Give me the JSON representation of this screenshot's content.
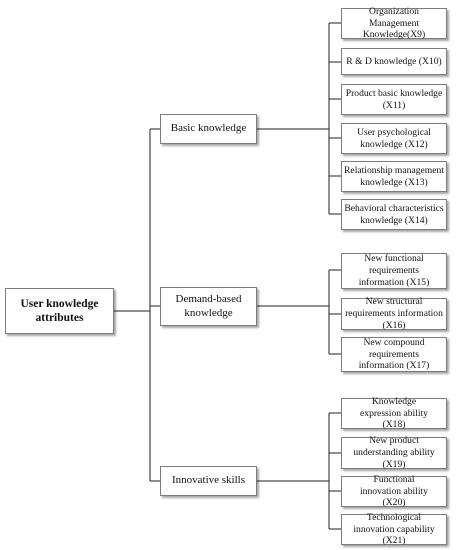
{
  "root": {
    "label": "User knowledge attributes"
  },
  "categories": [
    {
      "label": "Basic knowledge",
      "children": [
        "Organization Management Knowledge(X9)",
        "R & D knowledge (X10)",
        "Product basic knowledge (X11)",
        "User psychological knowledge (X12)",
        "Relationship management knowledge (X13)",
        "Behavioral characteristics knowledge (X14)"
      ]
    },
    {
      "label": "Demand-based knowledge",
      "children": [
        "New functional requirements information (X15)",
        "New structural requirements information (X16)",
        "New compound requirements information (X17)"
      ]
    },
    {
      "label": "Innovative skills",
      "children": [
        "Knowledge expression ability (X18)",
        "New product understanding ability (X19)",
        "Functional innovation ability (X20)",
        "Technological innovation capability (X21)"
      ]
    }
  ]
}
